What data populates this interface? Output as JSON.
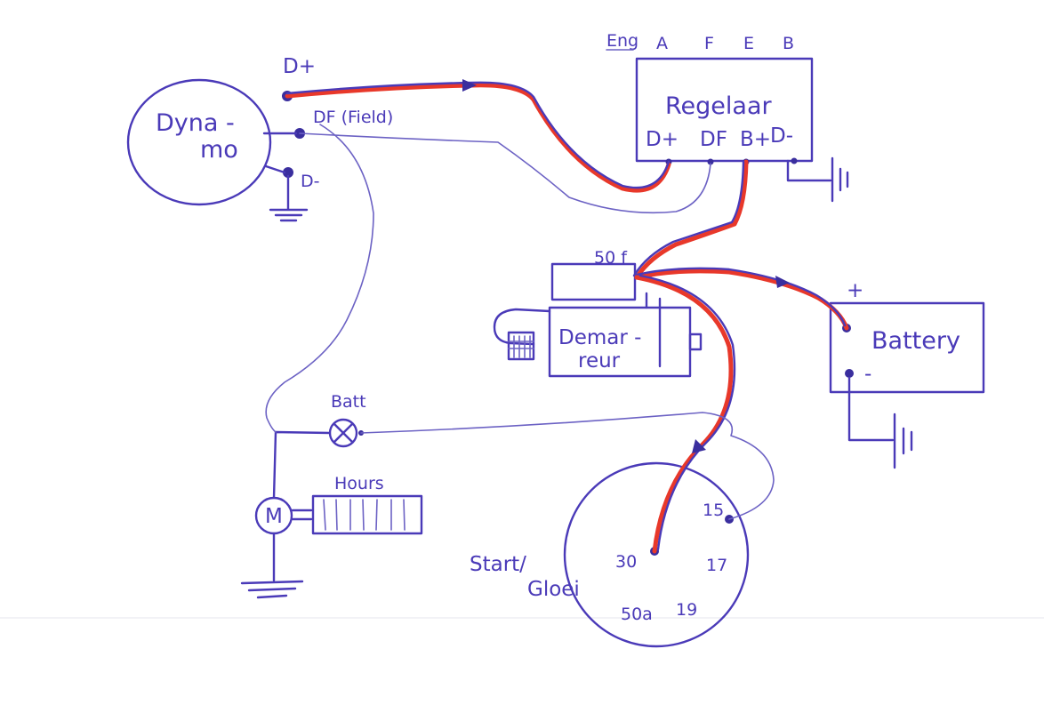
{
  "components": {
    "dynamo": {
      "line1": "Dyna -",
      "line2": "mo"
    },
    "dynamo_terminals": {
      "d_plus": "D+",
      "df_field": "DF (Field)",
      "d_minus": "D-"
    },
    "regulator": {
      "title": "Regelaar",
      "top_label": "Eng",
      "top_terminals": [
        "A",
        "F",
        "E",
        "B"
      ],
      "bottom_terminals": [
        "D+",
        "DF",
        "B+",
        "D-"
      ]
    },
    "starter": {
      "line1": "Demar -",
      "line2": "reur",
      "terminal": "50 f"
    },
    "battery": {
      "title": "Battery",
      "plus": "+",
      "minus": "-"
    },
    "warning_lamp": {
      "label": "Batt"
    },
    "hour_meter": {
      "label": "Hours",
      "motor": "M"
    },
    "ignition_switch": {
      "label1": "Start/",
      "label2": "Gloei",
      "terminals": {
        "t30": "30",
        "t15": "15",
        "t17": "17",
        "t50a": "50a",
        "t19": "19"
      }
    }
  },
  "colors": {
    "ink": "#4a3ab8",
    "wire_red": "#e8382a",
    "paper": "#ffffff"
  }
}
